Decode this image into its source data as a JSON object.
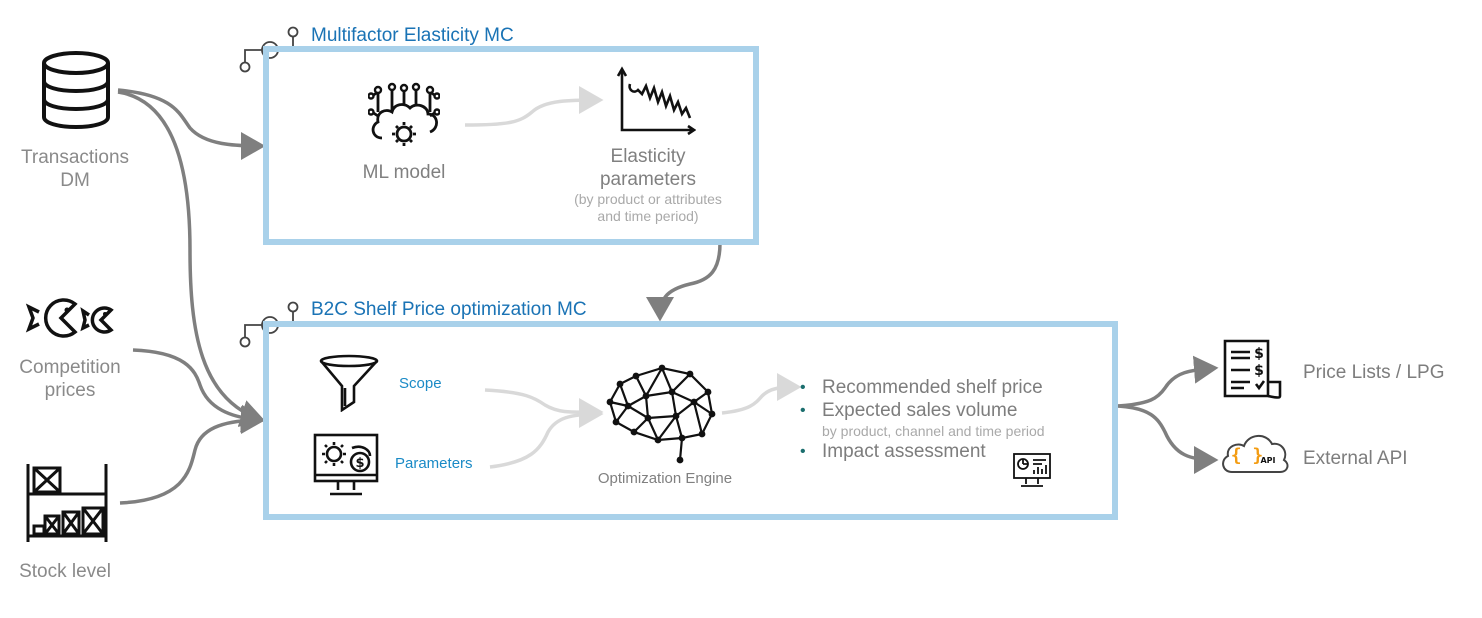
{
  "sources": {
    "transactions": "Transactions\nDM",
    "transactions_line1": "Transactions",
    "transactions_line2": "DM",
    "competition_line1": "Competition",
    "competition_line2": "prices",
    "stock": "Stock level"
  },
  "elasticity_mc": {
    "title": "Multifactor Elasticity MC",
    "ml_model": "ML model",
    "elasticity_line1": "Elasticity",
    "elasticity_line2": "parameters",
    "elasticity_note_line1": "(by product or attributes",
    "elasticity_note_line2": "and time period)"
  },
  "shelf_mc": {
    "title": "B2C Shelf Price optimization MC",
    "scope": "Scope",
    "parameters": "Parameters",
    "engine": "Optimization Engine",
    "outputs": {
      "item1": "Recommended shelf price",
      "item2": "Expected sales volume",
      "item2_note": "by product, channel and time period",
      "item3": "Impact assessment"
    }
  },
  "destinations": {
    "price_lists": "Price Lists / LPG",
    "external_api": "External API",
    "api_badge": "API"
  },
  "colors": {
    "box_border": "#a9d1ea",
    "title_blue": "#1a73b5",
    "arrow_gray": "#7f7f7f",
    "light_arrow": "#d9d9d9",
    "api_orange": "#f39c12"
  },
  "icons": {
    "database": "database-icon",
    "fish": "fish-icon",
    "warehouse": "warehouse-shelf-icon",
    "ml": "ml-cloud-gear-icon",
    "elasticity": "spring-chart-icon",
    "funnel": "funnel-icon",
    "params": "monitor-gear-dollar-icon",
    "brain": "neural-brain-icon",
    "dashboard": "dashboard-monitor-icon",
    "invoice": "price-list-icon",
    "cloud_api": "cloud-api-icon",
    "connector": "connector-node-icon"
  }
}
